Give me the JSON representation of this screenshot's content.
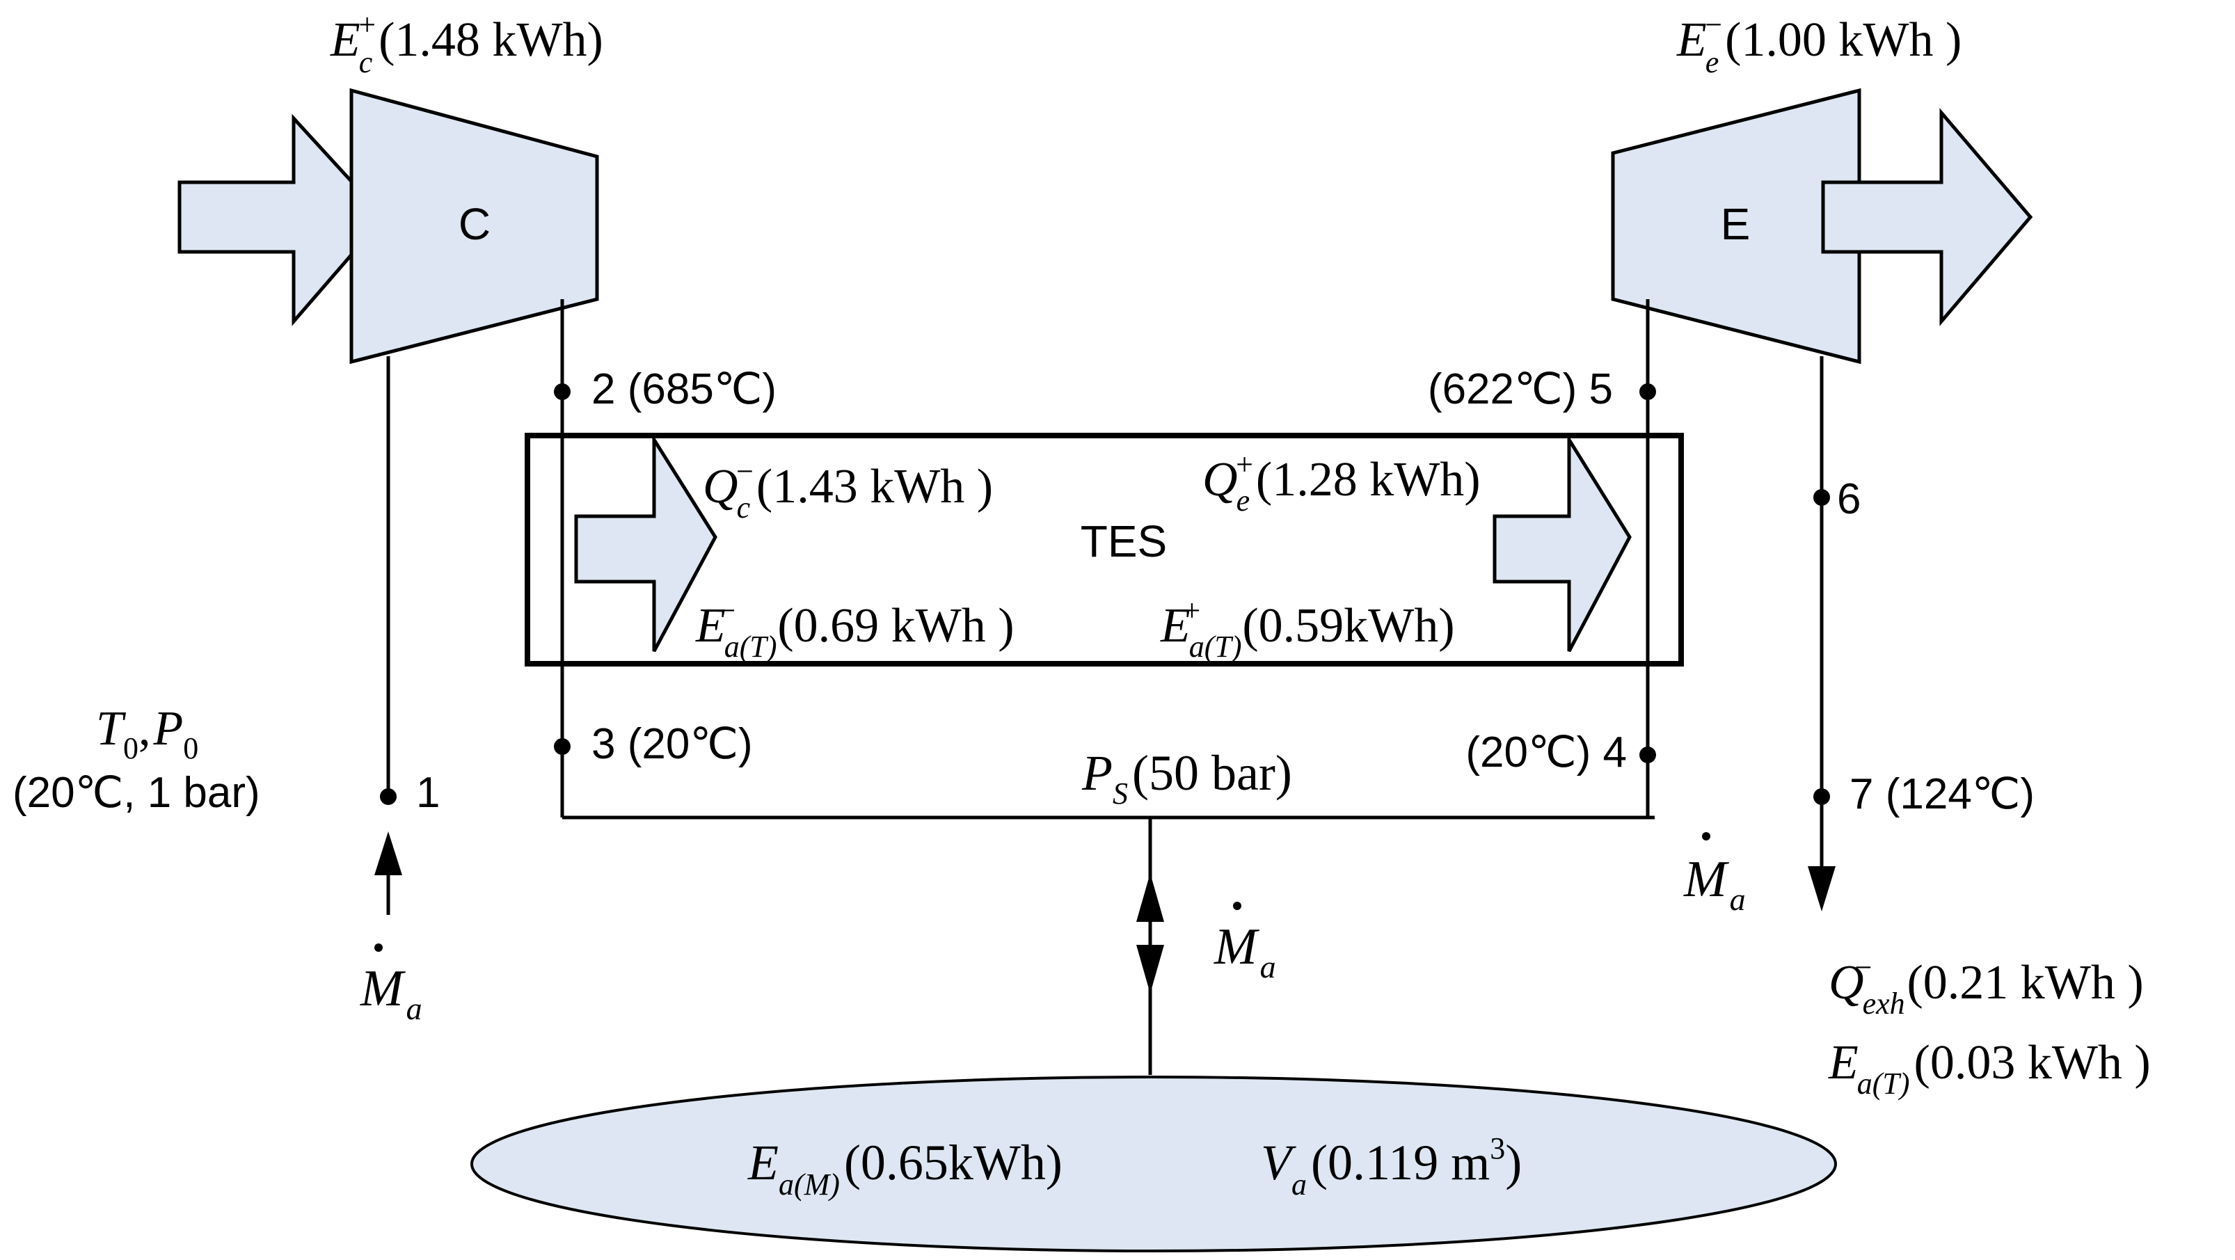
{
  "compressor": {
    "label": "C",
    "energy_sym": "E",
    "energy_sub": "c",
    "energy_sup": "+",
    "energy_value": "(1.48 kWh)"
  },
  "expander": {
    "label": "E",
    "energy_sym": "E",
    "energy_sub": "e",
    "energy_sup": "−",
    "energy_value": "(1.00 kWh )"
  },
  "tes": {
    "label": "TES",
    "qc_sym": "Q",
    "qc_sub": "c",
    "qc_sup": "−",
    "qc_value": "(1.43 kWh )",
    "qe_sym": "Q",
    "qe_sub": "e",
    "qe_sup": "+",
    "qe_value": "(1.28 kWh)",
    "eat_minus_sym": "E",
    "eat_minus_sub": "a(T)",
    "eat_minus_sup": "−",
    "eat_minus_value": "(0.69 kWh )",
    "eat_plus_sym": "E",
    "eat_plus_sub": "a(T)",
    "eat_plus_sup": "+",
    "eat_plus_value": "(0.59kWh)"
  },
  "states": {
    "s1": "1",
    "s2": "2 (685℃)",
    "s3": "3 (20℃)",
    "s4": "(20℃) 4",
    "s5": "(622℃) 5",
    "s6": "6",
    "s7": "7 (124℃)"
  },
  "ambient": {
    "t0": "T",
    "t0_sub": "0",
    "comma": ",",
    "p0": "P",
    "p0_sub": "0",
    "conditions": "(20℃, 1 bar)"
  },
  "flow": {
    "sym": "M",
    "sub": "a"
  },
  "storage": {
    "ps_sym": "P",
    "ps_sub": "S",
    "ps_value": "(50 bar)",
    "eam_sym": "E",
    "eam_sub": "a(M)",
    "eam_value": "(0.65kWh)",
    "va_sym": "V",
    "va_sub": "a",
    "va_value": "(0.119 m",
    "va_sup": "3",
    "va_close": ")"
  },
  "exhaust": {
    "q_sym": "Q",
    "q_sub": "exh",
    "q_sup": "−",
    "q_value": "(0.21 kWh )",
    "e_sym": "E",
    "e_sub": "a(T)",
    "e_value": "(0.03 kWh )"
  },
  "colors": {
    "fill": "#dde6f2",
    "stroke": "#000000"
  }
}
